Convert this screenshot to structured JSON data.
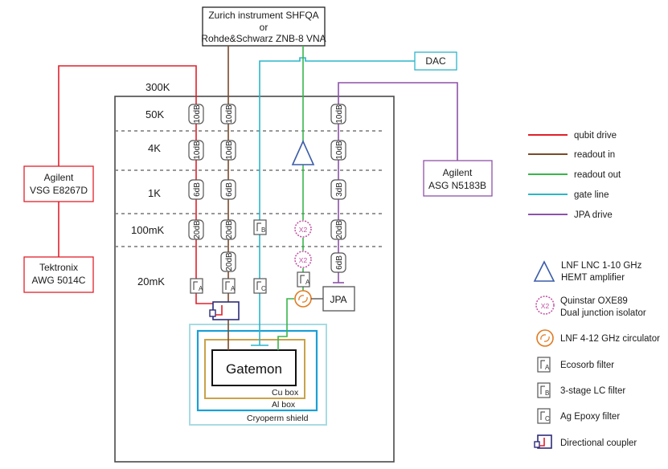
{
  "instruments": {
    "main_line1": "Zurich instrument SHFQA",
    "main_line2": "or",
    "main_line3": "Rohde&Schwarz ZNB-8 VNA",
    "dac": "DAC",
    "vsg_line1": "Agilent",
    "vsg_line2": "VSG E8267D",
    "awg_line1": "Tektronix",
    "awg_line2": "AWG 5014C",
    "asg_line1": "Agilent",
    "asg_line2": "ASG N5183B"
  },
  "stages": [
    "300K",
    "50K",
    "4K",
    "1K",
    "100mK",
    "20mK"
  ],
  "attenuators": {
    "red": [
      "10dB",
      "10dB",
      "6dB",
      "20dB"
    ],
    "brown": [
      "10dB",
      "10dB",
      "6dB",
      "20dB",
      "20dB"
    ],
    "purple": [
      "10dB",
      "10dB",
      "3dB",
      "20dB",
      "6dB"
    ]
  },
  "filters": {
    "ecosorb": "A",
    "lc": "B",
    "epoxy": "C"
  },
  "isolator_symbol": "X2",
  "jpa": "JPA",
  "boxes": {
    "gatemon": "Gatemon",
    "cu_box": "Cu box",
    "al_box": "Al box",
    "cryoperm": "Cryoperm shield"
  },
  "legend": {
    "lines": [
      {
        "label": "qubit drive",
        "color": "#e0202b"
      },
      {
        "label": "readout in",
        "color": "#7a4a2a"
      },
      {
        "label": "readout out",
        "color": "#39b54a"
      },
      {
        "label": "gate line",
        "color": "#2cb5c8"
      },
      {
        "label": "JPA drive",
        "color": "#8e52a8"
      }
    ],
    "hemt_line1": "LNF LNC 1-10 GHz",
    "hemt_line2": "HEMT amplifier",
    "isolator_line1": "Quinstar OXE89",
    "isolator_line2": "Dual junction isolator",
    "circulator": "LNF 4-12 GHz circulator",
    "ecosorb": "Ecosorb filter",
    "lc": "3-stage LC filter",
    "epoxy": "Ag Epoxy filter",
    "coupler": "Directional coupler"
  },
  "colors": {
    "qubit_drive": "#e0202b",
    "readout_in": "#7a4a2a",
    "readout_out": "#39b54a",
    "gate_line": "#2cb5c8",
    "jpa_drive": "#8e52a8",
    "amplifier": "#3a5ca8",
    "isolator": "#c04fa0",
    "circulator": "#e07b22",
    "cu_box": "#c9a24a",
    "al_box": "#1a9fd6",
    "cryoperm": "#a8dbe3",
    "coupler": "#2c2c7a"
  }
}
